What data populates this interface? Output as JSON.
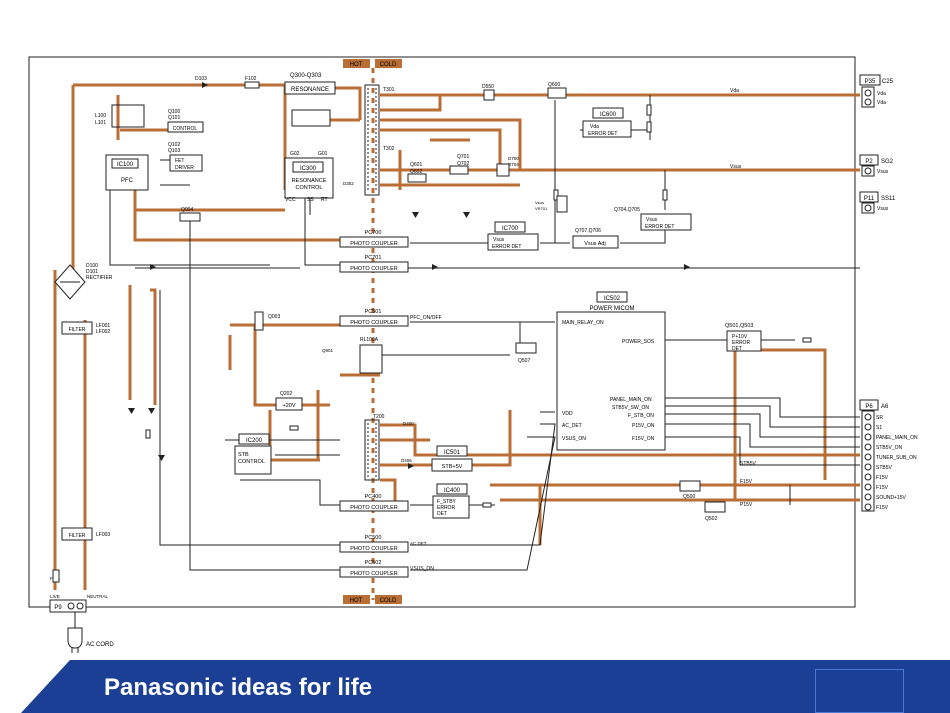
{
  "colors": {
    "trace": "#b86e35",
    "line": "#222222",
    "footer": "#1b3f94"
  },
  "labels": {
    "hot_top": "HOT",
    "cold_top": "COLD",
    "hot_bottom": "HOT",
    "cold_bottom": "COLD",
    "d103": "D103",
    "f102": "F102",
    "q300": "Q300-Q303",
    "resonance": "RESONANCE",
    "t301": "T301",
    "t302": "T302",
    "d550": "D550",
    "q600": "Q600",
    "p35": "P35",
    "c25": "C25",
    "l100": "L100",
    "l101": "L101",
    "q100": "Q100",
    "q101": "Q101",
    "control": "CONTROL",
    "q102": "Q102",
    "q103": "Q103",
    "fet": "FET",
    "driver": "DRIVER",
    "ic100": "IC100",
    "pfc": "PFC",
    "g02": "G02",
    "g01": "G01",
    "ic300": "IC300",
    "resonance_ctrl": "RESONANCE",
    "control2": "CONTROL",
    "vcc": "VCC",
    "ss": "SS",
    "rt": "RT",
    "d352": "D352",
    "q601": "Q601",
    "q602": "Q602",
    "q701": "Q701",
    "q702": "Q702",
    "d700": "D700",
    "d704": "D704",
    "ic600": "IC600",
    "vda": "Vda",
    "error_det1": "ERROR DET",
    "vda_line": "Vda",
    "vda1": "Vda",
    "vda2": "Vda",
    "p2": "P2",
    "sg2": "SG2",
    "vsus_line": "Vsus",
    "vsus_p2": "Vsus",
    "p11": "P11",
    "ss11": "SS11",
    "vsus_p11": "Vsus",
    "q004": "Q004",
    "pc700": "PC700",
    "photo1": "PHOTO COUPLER",
    "ic700": "IC700",
    "vsus_err": "Vsus",
    "error_det2": "ERROR DET",
    "q707": "Q707,Q706",
    "vsus_adj": "Vsus Adj",
    "q704": "Q704,Q705",
    "vsus_err2": "Vsus",
    "error_det3": "ERROR DET",
    "vr701": "VR701",
    "vsus_small": "Vsus",
    "pc701": "PC701",
    "photo2": "PHOTO COUPLER",
    "d100": "D100",
    "d101": "D101",
    "rectifier": "RECTIFIER",
    "filter1": "FILTER",
    "lf001": "LF001",
    "lf002": "LF002",
    "q003": "Q003",
    "pc501": "PC501",
    "photo3": "PHOTO COUPLER",
    "pfc_onoff": "PFC_ON/OFF",
    "ic502": "IC502",
    "powermicom": "POWER MICOM",
    "main_relay": "MAIN_RELAY_ON",
    "q501": "Q501,Q503",
    "p10v": "P+10V",
    "error": "ERROR",
    "det": "DET",
    "power_sos": "POWER_SOS",
    "rl100": "RL100A",
    "q901": "Q901",
    "q507": "Q507",
    "q202": "Q202",
    "v20": "+20V",
    "p6": "P6",
    "a6": "A6",
    "pin_sr": "SR",
    "pin_s1": "S1",
    "pin_panel": "PANEL_MAIN_ON",
    "pin_stb5v": "STB5V_ON",
    "pin_tuner": "TUNER_SUB_ON",
    "pin_stb5v2": "STB5V",
    "pin_f15v": "F15V",
    "pin_f15v2": "F15V",
    "pin_sound": "SOUND+15V",
    "pin_f15v3": "F15V",
    "panel_main": "PANEL_MAIN_ON",
    "stb5v_sw": "STB5V_SW_ON",
    "f_stb": "F_STB_ON",
    "p15v_on": "P15V_ON",
    "f15v_on": "F15V_ON",
    "t200": "T200",
    "ic200": "IC200",
    "stb": "STB",
    "control3": "CONTROL",
    "d400": "D400",
    "d406": "D406",
    "ic501": "IC501",
    "stb5v": "STB+5V",
    "ic400": "IC400",
    "f_stby": "F_STBY",
    "error2": "ERROR",
    "det2": "DET",
    "vdd": "VDD",
    "ac_det": "AC_DET",
    "vsus_on": "VSUS_ON",
    "stb5v_line": "STB5V",
    "f15v_line": "F15V",
    "p15v_line": "P15V",
    "q500": "Q500",
    "q502": "Q502",
    "pc400": "PC400",
    "photo4": "PHOTO COUPLER",
    "pc500": "PC500",
    "photo5": "PHOTO COUPLER",
    "ac_det2": "AC DET",
    "pc502": "PC502",
    "photo6": "PHOTO COUPLER",
    "vsus_on2": "VSUS_ON",
    "filter2": "FILTER",
    "lf003": "LF003",
    "f001": "F001",
    "live": "LIVE",
    "neutral": "NEUTRAL",
    "p9": "P9",
    "ac_cord": "AC CORD"
  },
  "footer": {
    "brand": "Panasonic",
    "tagline": "ideas for life"
  }
}
